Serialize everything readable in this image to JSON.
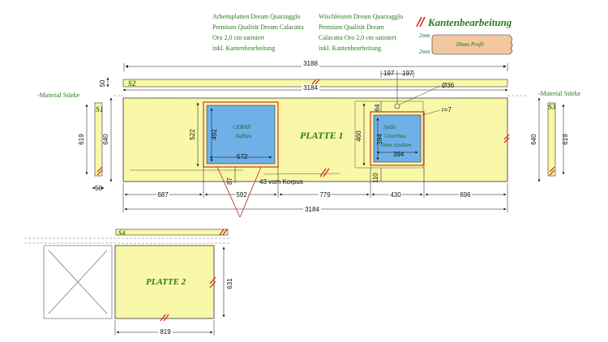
{
  "header": {
    "left_lines": [
      "Arbeitsplatten Dream Quarzagglo",
      "Premium Qualität Dream Calacatta",
      "Oro 2,0 cm satiniert",
      "inkl. Kantenbearbeitung"
    ],
    "right_lines": [
      "Wischleisten Dream Quarzagglo",
      "Premium Qualität Dream",
      "Calacatta Oro 2,0 cm satiniert",
      "inkl. Kantenbearbeitung"
    ],
    "kanten_title": "Kantenbearbeitung",
    "profile_label": "20mm Profil",
    "mm_top": "2mm",
    "mm_bottom": "2mm"
  },
  "labels": {
    "s1": "S1",
    "s2": "S2",
    "s3": "S3",
    "s4": "S4",
    "material_left": "-Material Stärke",
    "material_right": "-Material Stärke",
    "platte1": "PLATTE 1",
    "platte2": "PLATTE 2",
    "ceran_1": "CERAN",
    "ceran_2": "Aufbau",
    "spuele_1": "Spüle",
    "spuele_2": "Unterbau",
    "spuele_3": "3mm rundum",
    "korpus": "43 vom Korpus",
    "radius": "r=7",
    "diameter": "Ø36"
  },
  "dims": {
    "d3188": "3188",
    "d3184_top": "3184",
    "d3184_bottom": "3184",
    "d50_left": "50",
    "d50_bottom": "50",
    "d619_left": "619",
    "d640_left": "640",
    "d640_right": "640",
    "d619_right": "619",
    "d522": "522",
    "d492": "492",
    "d572": "572",
    "d87": "87",
    "d460": "460",
    "d394_v": "394",
    "d394_h": "394",
    "d110": "110",
    "d64": "64",
    "d197_a": "197",
    "d197_b": "197",
    "d687": "687",
    "d592": "592",
    "d779": "779",
    "d430": "430",
    "d696": "696",
    "d631": "631",
    "d819": "819"
  }
}
